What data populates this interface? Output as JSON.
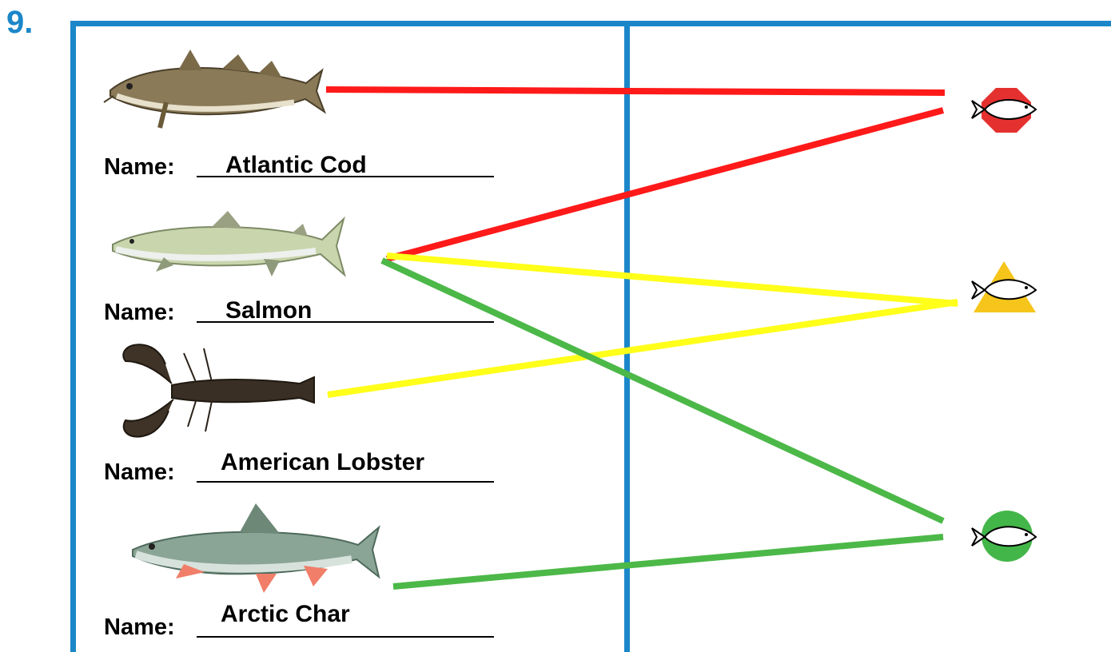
{
  "question_number": "9.",
  "name_label": "Name:",
  "items": [
    {
      "id": "cod",
      "answer": "Atlantic Cod",
      "image": "atlantic-cod"
    },
    {
      "id": "salmon",
      "answer": "Salmon",
      "image": "atlantic-salmon"
    },
    {
      "id": "lobster",
      "answer": "American Lobster",
      "image": "american-lobster"
    },
    {
      "id": "char",
      "answer": "Arctic Char",
      "image": "arctic-char"
    }
  ],
  "ratings": [
    {
      "id": "avoid",
      "icon": "red-octagon-fish-icon",
      "color": "#e4312f"
    },
    {
      "id": "good-alternative",
      "icon": "yellow-triangle-fish-icon",
      "color": "#f6c51b"
    },
    {
      "id": "best-choice",
      "icon": "green-circle-fish-icon",
      "color": "#43b649"
    }
  ],
  "connections": [
    {
      "from": "cod",
      "to": "avoid",
      "color": "#ff1a1a"
    },
    {
      "from": "salmon",
      "to": "avoid",
      "color": "#ff1a1a"
    },
    {
      "from": "salmon",
      "to": "good-alternative",
      "color": "#ffff1a"
    },
    {
      "from": "lobster",
      "to": "good-alternative",
      "color": "#ffff1a"
    },
    {
      "from": "salmon",
      "to": "best-choice",
      "color": "#4cb848"
    },
    {
      "from": "char",
      "to": "best-choice",
      "color": "#4cb848"
    }
  ],
  "colors": {
    "frame": "#1b87c9"
  }
}
